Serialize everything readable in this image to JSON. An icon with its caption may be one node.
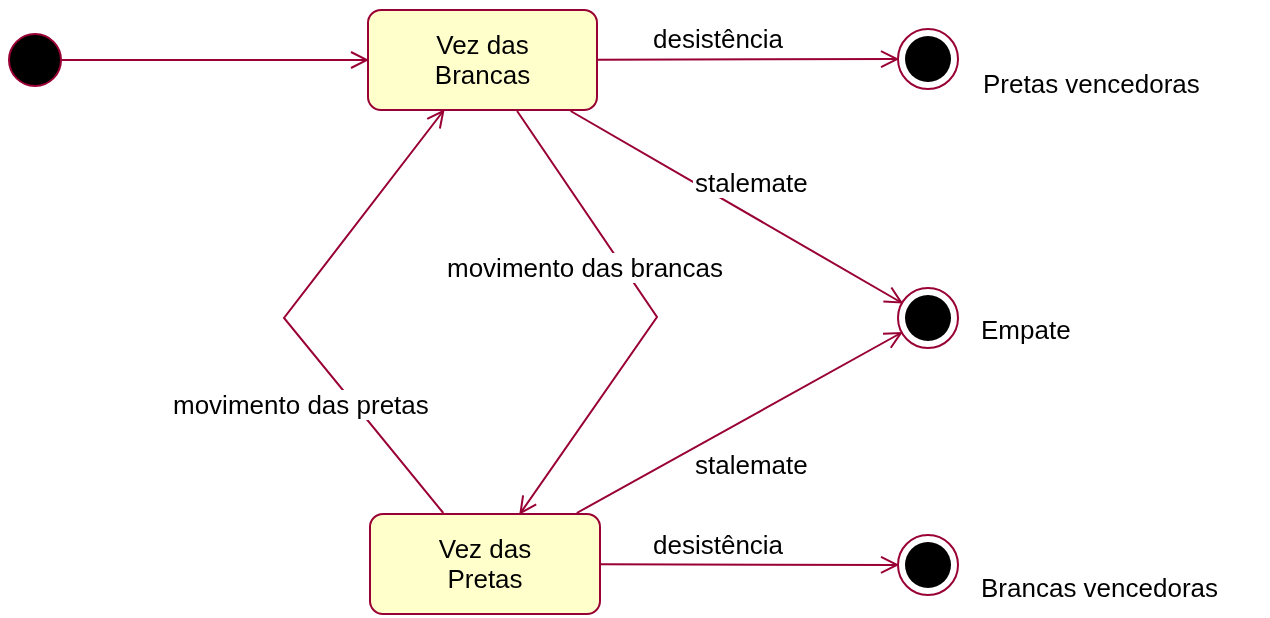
{
  "diagram": {
    "nodes": [
      {
        "text": [],
        "shape": "circle"
      },
      {
        "text": [
          "Vez das Brancas"
        ]
      },
      {
        "text": [],
        "shape": "bullseye",
        "beside": [
          "Pretas vencedoras"
        ]
      },
      {
        "text": [],
        "shape": "bullseye",
        "beside": [
          "Empate"
        ]
      },
      {
        "text": [
          "Vez das Pretas"
        ]
      },
      {
        "text": [],
        "shape": "bullseye",
        "beside": [
          "Brancas vencedoras"
        ]
      }
    ],
    "edges": [
      {
        "from": 0,
        "to": 1,
        "arrow": "to"
      },
      {
        "from": 1,
        "to": 2,
        "arrow": "to",
        "label": "desistência"
      },
      {
        "from": 1,
        "to": 3,
        "arrow": "to",
        "label": "stalemate"
      },
      {
        "from": 1,
        "to": 4,
        "arrow": "to",
        "label": "movimento das brancas"
      },
      {
        "from": 4,
        "to": 1,
        "arrow": "to",
        "label": "movimento das pretas"
      },
      {
        "from": 4,
        "to": 3,
        "arrow": "to",
        "label": "stalemate"
      },
      {
        "from": 4,
        "to": 5,
        "arrow": "to",
        "label": "desistência"
      }
    ]
  }
}
